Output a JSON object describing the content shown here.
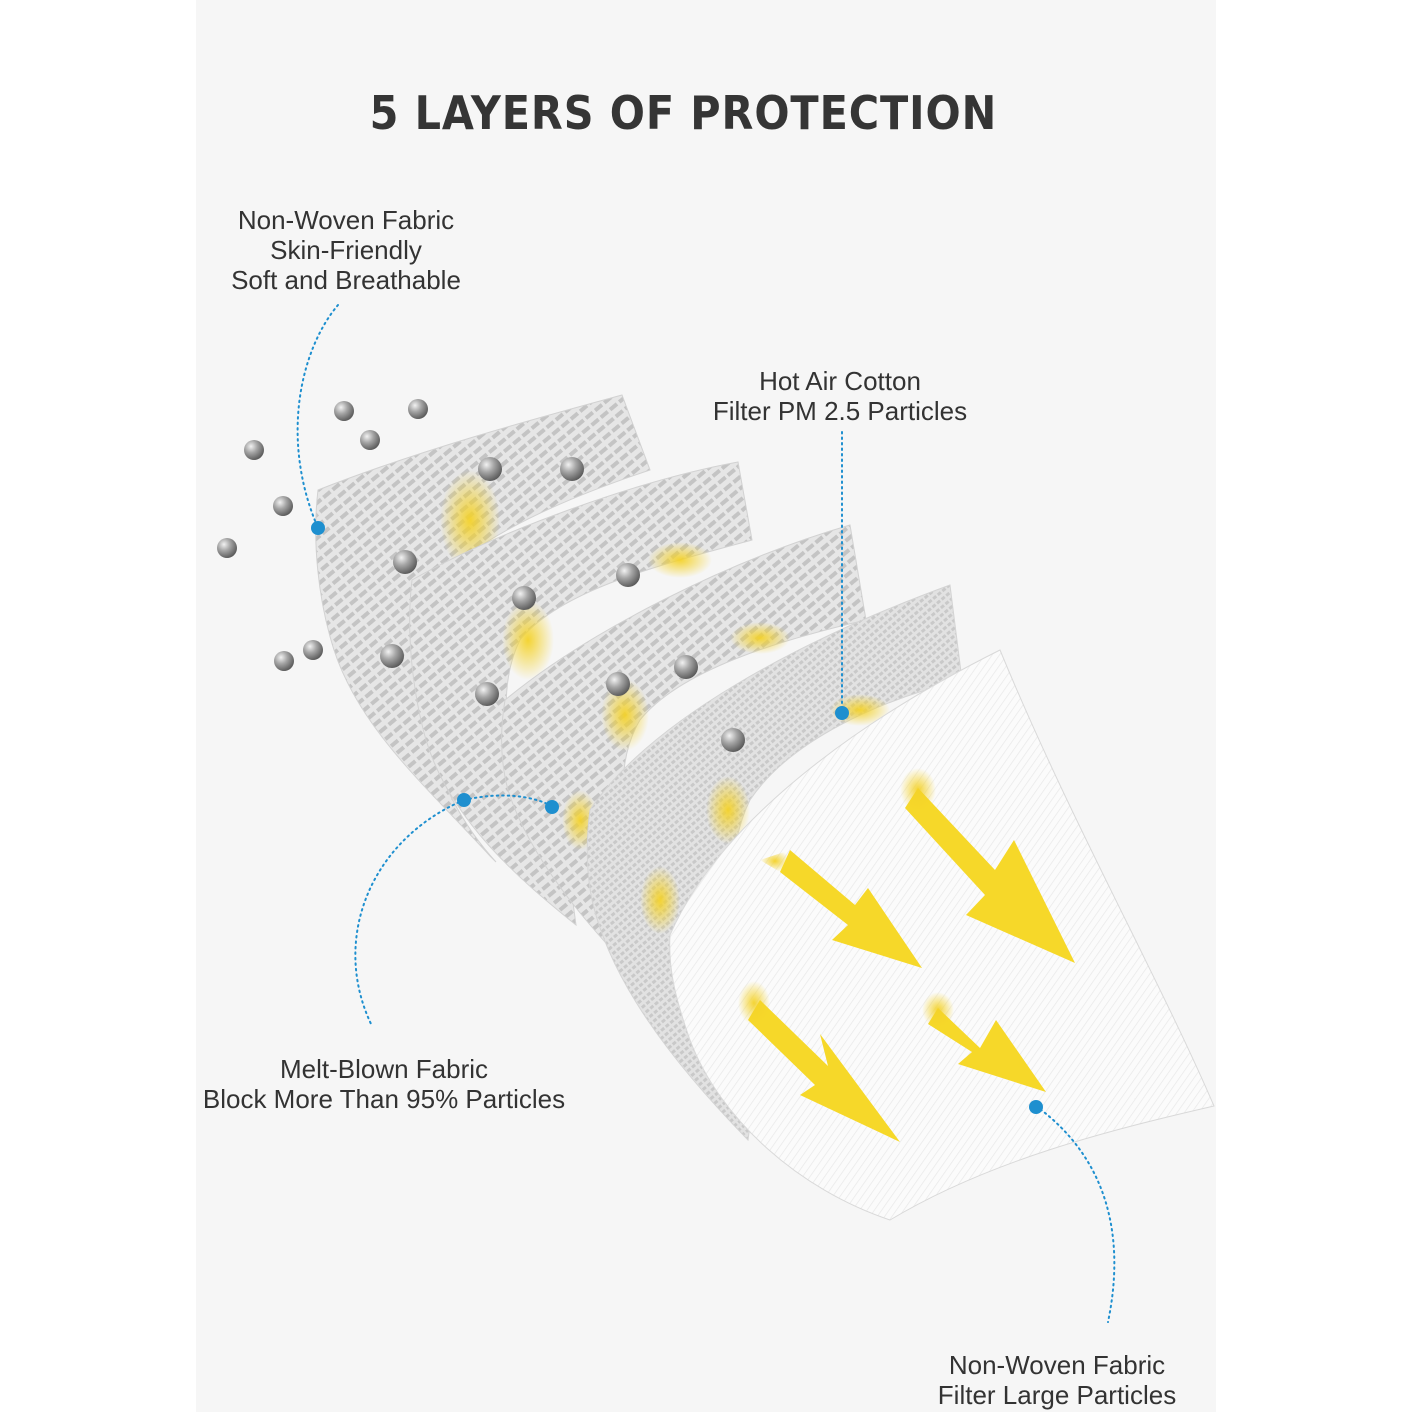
{
  "title": "5 LAYERS OF PROTECTION",
  "callouts": [
    {
      "lines": [
        "Non-Woven Fabric",
        "Skin-Friendly",
        "Soft and Breathable"
      ]
    },
    {
      "lines": [
        "Hot Air Cotton",
        "Filter PM 2.5 Particles"
      ]
    },
    {
      "lines": [
        "Melt-Blown Fabric",
        "Block More Than 95% Particles"
      ]
    },
    {
      "lines": [
        "Non-Woven Fabric",
        "Filter Large Particles"
      ]
    }
  ],
  "colors": {
    "title": "#353535",
    "label_text": "#333333",
    "leader_dot": "#1e8fcf",
    "arrow": "#f6d829",
    "particle": "#8d8d8d",
    "layer_fabric": "#e2e2e2",
    "front_layer": "#fbfbfb",
    "panel_background": "#f6f6f6"
  },
  "layer_count": 5,
  "particle_icon": "grey-sphere",
  "arrow_icon": "yellow-down-right-arrow"
}
